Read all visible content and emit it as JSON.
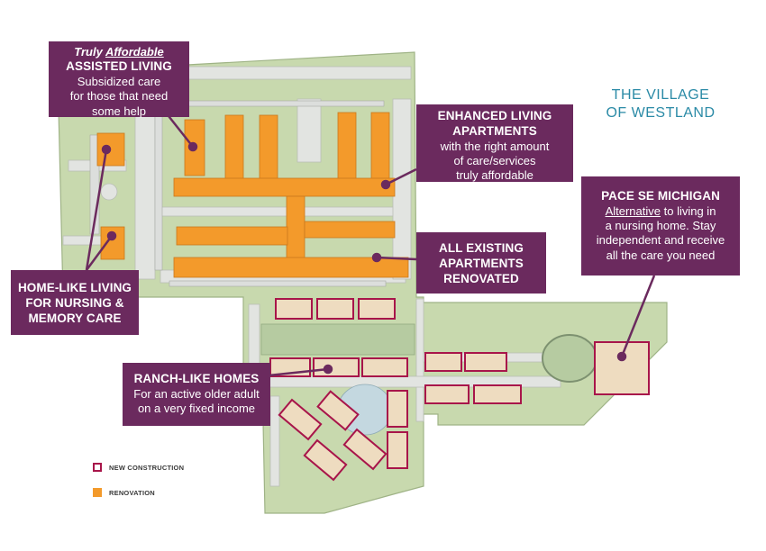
{
  "title": {
    "line1": "THE VILLAGE",
    "line2": "OF WESTLAND"
  },
  "callouts": {
    "assisted_living": {
      "line1_a": "Truly ",
      "line1_b": "Affordable",
      "heading": "ASSISTED LIVING",
      "body": [
        "Subsidized care",
        "for those that need",
        "some help"
      ]
    },
    "enhanced_living": {
      "heading": [
        "ENHANCED LIVING",
        "APARTMENTS"
      ],
      "body": [
        "with the right amount",
        "of care/services",
        "truly affordable"
      ]
    },
    "pace": {
      "heading": "PACE SE MICHIGAN",
      "body_a": "Alternative",
      "body_b": " to living in",
      "body": [
        "a nursing home. Stay",
        "independent and receive",
        "all the care you need"
      ]
    },
    "existing": {
      "heading": [
        "ALL EXISTING",
        "APARTMENTS",
        "RENOVATED"
      ]
    },
    "home_like": {
      "heading": [
        "HOME-LIKE LIVING",
        "FOR NURSING &",
        "MEMORY CARE"
      ]
    },
    "ranch": {
      "heading": "RANCH-LIKE HOMES",
      "body": [
        "For an active older adult",
        "on a very fixed income"
      ]
    }
  },
  "legend": {
    "new_construction": "NEW CONSTRUCTION",
    "renovation": "RENOVATION"
  },
  "colors": {
    "callout": "#6b2a5e",
    "renovation": "#f39a2b",
    "new_construction": "#a8154a",
    "ground": "#c8d9ae",
    "path": "#e2e4e1",
    "new_building": "#eedcc0",
    "title": "#2a8aa6"
  }
}
